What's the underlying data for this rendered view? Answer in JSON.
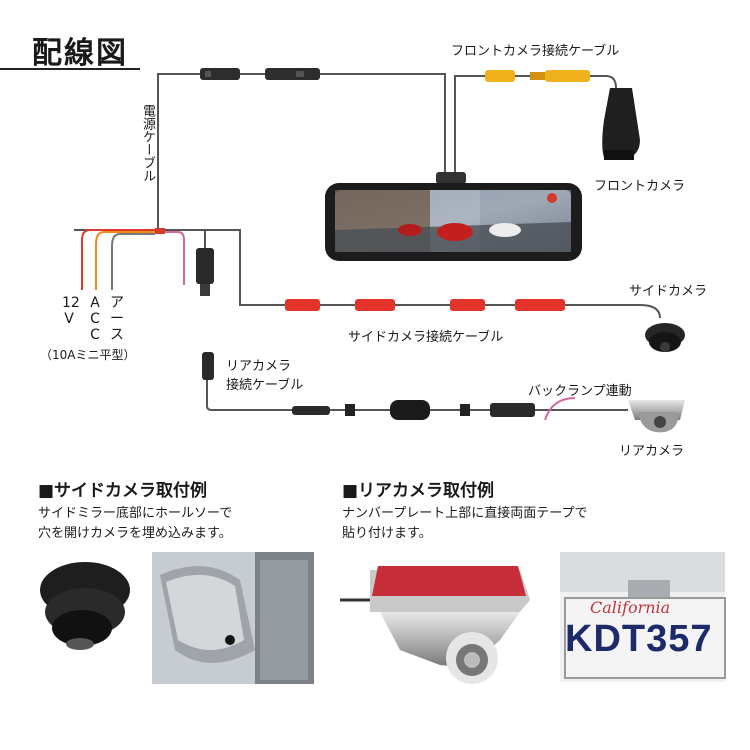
{
  "title": "配線図",
  "labels": {
    "front_cable": "フロントカメラ接続ケーブル",
    "front_camera": "フロントカメラ",
    "power_cable": "電源ケーブル",
    "side_camera": "サイドカメラ",
    "side_cable": "サイドカメラ接続ケーブル",
    "rear_cable_1": "リアカメラ",
    "rear_cable_2": "接続ケーブル",
    "backlamp": "バックランプ連動",
    "rear_camera": "リアカメラ"
  },
  "power_wires": {
    "v12": [
      "12",
      "V"
    ],
    "acc": [
      "A",
      "C",
      "C"
    ],
    "earth": [
      "ア",
      "ー",
      "ス"
    ],
    "fuse_note": "（10Aミニ平型）"
  },
  "side_section": {
    "title": "■サイドカメラ取付例",
    "desc_1": "サイドミラー底部にホールソーで",
    "desc_2": "穴を開けカメラを埋め込みます。"
  },
  "rear_section": {
    "title": "■リアカメラ取付例",
    "desc_1": "ナンバープレート上部に直接両面テープで",
    "desc_2": "貼り付けます。",
    "plate_state": "California",
    "plate_number": "KDT357"
  },
  "colors": {
    "wire": "#555555",
    "red_connector": "#e2342a",
    "yellow_connector": "#f0b21c",
    "wire_red": "#e03a2a",
    "wire_orange": "#f08a1c",
    "wire_pink": "#d2669e"
  }
}
